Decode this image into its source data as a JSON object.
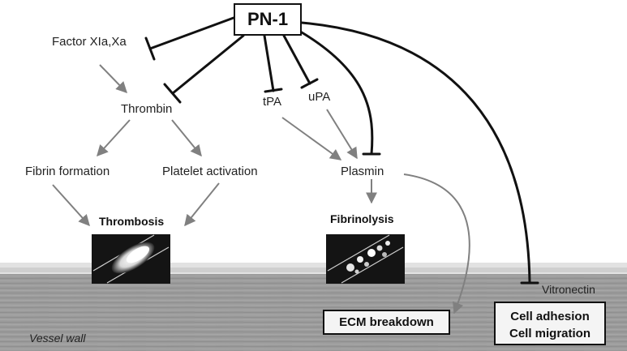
{
  "diagram": {
    "inhibitor": "PN-1",
    "coagulation": {
      "factor": "Factor XIa,Xa",
      "thrombin": "Thrombin",
      "fibrin": "Fibrin formation",
      "platelet": "Platelet activation",
      "outcome": "Thrombosis"
    },
    "fibrinolysis": {
      "tpa": "tPA",
      "upa": "uPA",
      "plasmin": "Plasmin",
      "outcome": "Fibrinolysis"
    },
    "vitronectin": "Vitronectin",
    "ecm_box": "ECM breakdown",
    "cell_box_lines": [
      "Cell adhesion",
      "Cell migration"
    ],
    "vessel_label": "Vessel wall"
  },
  "colors": {
    "inhibition_line": "#111111",
    "activation_arrow": "#808080",
    "vessel_wall": "#9a9a9a",
    "endothelium": "#dcdcdc"
  }
}
